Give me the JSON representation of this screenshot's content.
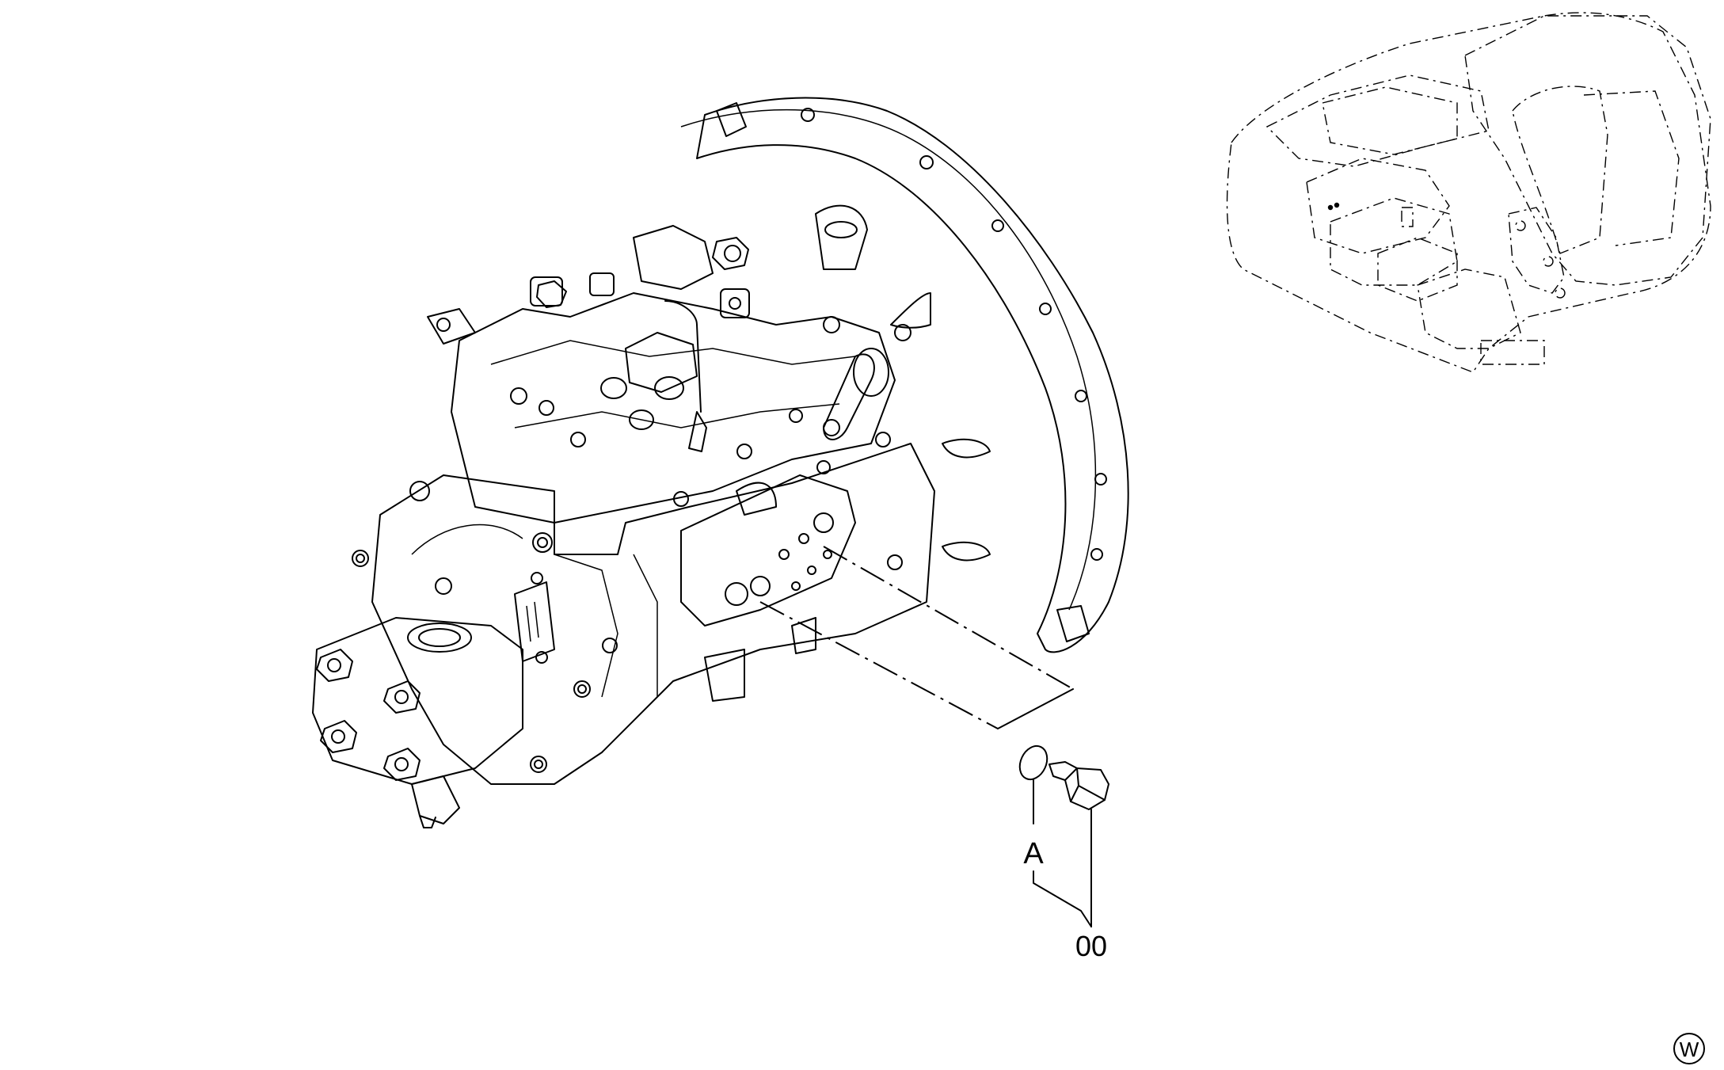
{
  "diagram": {
    "callouts": {
      "oring_label": "A",
      "group_label": "00"
    },
    "badge": {
      "text": "W"
    },
    "colors": {
      "ink": "#000000",
      "paper": "#ffffff"
    },
    "icons": [
      "hydraulic-pump-assembly",
      "o-ring",
      "plug-bolt",
      "excavator-location-thumbnail"
    ]
  }
}
